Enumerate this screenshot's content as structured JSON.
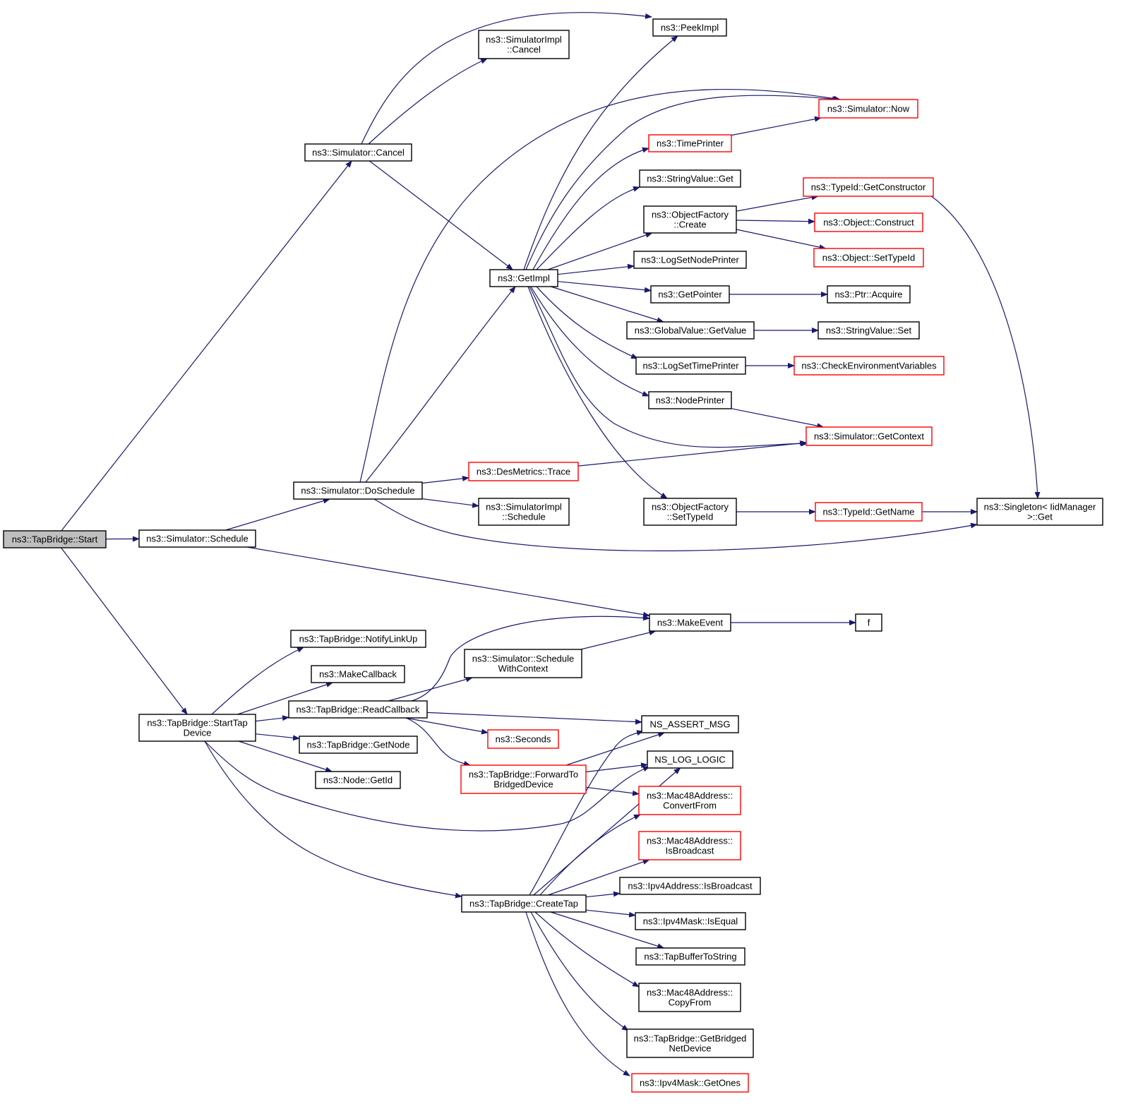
{
  "colors": {
    "edge": "#191970",
    "node_border": "#000000",
    "external_node_border": "#ff0000",
    "root_fill": "#bfbfbf",
    "background": "#ffffff"
  },
  "nodes": [
    {
      "id": "start",
      "lines": [
        "ns3::TapBridge::Start"
      ],
      "style": "root"
    },
    {
      "id": "cancel",
      "lines": [
        "ns3::Simulator::Cancel"
      ],
      "style": "normal"
    },
    {
      "id": "schedule",
      "lines": [
        "ns3::Simulator::Schedule"
      ],
      "style": "normal"
    },
    {
      "id": "starttap",
      "lines": [
        "ns3::TapBridge::StartTap",
        "Device"
      ],
      "style": "normal"
    },
    {
      "id": "peekimpl",
      "lines": [
        "ns3::PeekImpl"
      ],
      "style": "normal"
    },
    {
      "id": "simimplcancel",
      "lines": [
        "ns3::SimulatorImpl",
        "::Cancel"
      ],
      "style": "normal"
    },
    {
      "id": "getimpl",
      "lines": [
        "ns3::GetImpl"
      ],
      "style": "normal"
    },
    {
      "id": "doschedule",
      "lines": [
        "ns3::Simulator::DoSchedule"
      ],
      "style": "normal"
    },
    {
      "id": "now",
      "lines": [
        "ns3::Simulator::Now"
      ],
      "style": "external"
    },
    {
      "id": "timeprinter",
      "lines": [
        "ns3::TimePrinter"
      ],
      "style": "external"
    },
    {
      "id": "stringvalueget",
      "lines": [
        "ns3::StringValue::Get"
      ],
      "style": "normal"
    },
    {
      "id": "ofcreate",
      "lines": [
        "ns3::ObjectFactory",
        "::Create"
      ],
      "style": "normal"
    },
    {
      "id": "logsetnodeprinter",
      "lines": [
        "ns3::LogSetNodePrinter"
      ],
      "style": "normal"
    },
    {
      "id": "getpointer",
      "lines": [
        "ns3::GetPointer"
      ],
      "style": "normal"
    },
    {
      "id": "gvgetvalue",
      "lines": [
        "ns3::GlobalValue::GetValue"
      ],
      "style": "normal"
    },
    {
      "id": "logsettimeprinter",
      "lines": [
        "ns3::LogSetTimePrinter"
      ],
      "style": "normal"
    },
    {
      "id": "nodeprinter",
      "lines": [
        "ns3::NodePrinter"
      ],
      "style": "normal"
    },
    {
      "id": "ofsettypeid",
      "lines": [
        "ns3::ObjectFactory",
        "::SetTypeId"
      ],
      "style": "normal"
    },
    {
      "id": "getconstructor",
      "lines": [
        "ns3::TypeId::GetConstructor"
      ],
      "style": "external"
    },
    {
      "id": "objconstruct",
      "lines": [
        "ns3::Object::Construct"
      ],
      "style": "external"
    },
    {
      "id": "objsettypeid",
      "lines": [
        "ns3::Object::SetTypeId"
      ],
      "style": "external"
    },
    {
      "id": "ptracquire",
      "lines": [
        "ns3::Ptr::Acquire"
      ],
      "style": "normal"
    },
    {
      "id": "stringvalueset",
      "lines": [
        "ns3::StringValue::Set"
      ],
      "style": "normal"
    },
    {
      "id": "checkenv",
      "lines": [
        "ns3::CheckEnvironmentVariables"
      ],
      "style": "external"
    },
    {
      "id": "getcontext",
      "lines": [
        "ns3::Simulator::GetContext"
      ],
      "style": "external"
    },
    {
      "id": "desmetrics",
      "lines": [
        "ns3::DesMetrics::Trace"
      ],
      "style": "external"
    },
    {
      "id": "simimplschedule",
      "lines": [
        "ns3::SimulatorImpl",
        "::Schedule"
      ],
      "style": "normal"
    },
    {
      "id": "typeidgetname",
      "lines": [
        "ns3::TypeId::GetName"
      ],
      "style": "external"
    },
    {
      "id": "singleton",
      "lines": [
        "ns3::Singleton< IidManager",
        " >::Get"
      ],
      "style": "normal"
    },
    {
      "id": "makeevent",
      "lines": [
        "ns3::MakeEvent"
      ],
      "style": "normal"
    },
    {
      "id": "f",
      "lines": [
        "f"
      ],
      "style": "normal"
    },
    {
      "id": "notifylinkup",
      "lines": [
        "ns3::TapBridge::NotifyLinkUp"
      ],
      "style": "normal"
    },
    {
      "id": "makecallback",
      "lines": [
        "ns3::MakeCallback"
      ],
      "style": "normal"
    },
    {
      "id": "readcallback",
      "lines": [
        "ns3::TapBridge::ReadCallback"
      ],
      "style": "normal"
    },
    {
      "id": "getnode",
      "lines": [
        "ns3::TapBridge::GetNode"
      ],
      "style": "normal"
    },
    {
      "id": "nodegetid",
      "lines": [
        "ns3::Node::GetId"
      ],
      "style": "normal"
    },
    {
      "id": "schedwithctx",
      "lines": [
        "ns3::Simulator::Schedule",
        "WithContext"
      ],
      "style": "normal"
    },
    {
      "id": "nsassert",
      "lines": [
        "NS_ASSERT_MSG"
      ],
      "style": "normal"
    },
    {
      "id": "seconds",
      "lines": [
        "ns3::Seconds"
      ],
      "style": "external"
    },
    {
      "id": "forward",
      "lines": [
        "ns3::TapBridge::ForwardTo",
        "BridgedDevice"
      ],
      "style": "external"
    },
    {
      "id": "nslog",
      "lines": [
        "NS_LOG_LOGIC"
      ],
      "style": "normal"
    },
    {
      "id": "mac48convert",
      "lines": [
        "ns3::Mac48Address::",
        "ConvertFrom"
      ],
      "style": "external"
    },
    {
      "id": "mac48isbroadcast",
      "lines": [
        "ns3::Mac48Address::",
        "IsBroadcast"
      ],
      "style": "external"
    },
    {
      "id": "ipv4isbroadcast",
      "lines": [
        "ns3::Ipv4Address::IsBroadcast"
      ],
      "style": "normal"
    },
    {
      "id": "createtap",
      "lines": [
        "ns3::TapBridge::CreateTap"
      ],
      "style": "normal"
    },
    {
      "id": "ipv4maskisequal",
      "lines": [
        "ns3::Ipv4Mask::IsEqual"
      ],
      "style": "normal"
    },
    {
      "id": "tapbuffer",
      "lines": [
        "ns3::TapBufferToString"
      ],
      "style": "normal"
    },
    {
      "id": "mac48copyfrom",
      "lines": [
        "ns3::Mac48Address::",
        "CopyFrom"
      ],
      "style": "normal"
    },
    {
      "id": "getbridged",
      "lines": [
        "ns3::TapBridge::GetBridged",
        "NetDevice"
      ],
      "style": "normal"
    },
    {
      "id": "getones",
      "lines": [
        "ns3::Ipv4Mask::GetOnes"
      ],
      "style": "external"
    }
  ],
  "edges": [
    [
      "start",
      "cancel"
    ],
    [
      "start",
      "schedule"
    ],
    [
      "start",
      "starttap"
    ],
    [
      "cancel",
      "peekimpl"
    ],
    [
      "cancel",
      "simimplcancel"
    ],
    [
      "cancel",
      "getimpl"
    ],
    [
      "schedule",
      "doschedule"
    ],
    [
      "schedule",
      "makeevent"
    ],
    [
      "doschedule",
      "now"
    ],
    [
      "doschedule",
      "getimpl"
    ],
    [
      "doschedule",
      "desmetrics"
    ],
    [
      "doschedule",
      "simimplschedule"
    ],
    [
      "doschedule",
      "singleton"
    ],
    [
      "getimpl",
      "peekimpl"
    ],
    [
      "getimpl",
      "now"
    ],
    [
      "getimpl",
      "timeprinter"
    ],
    [
      "getimpl",
      "stringvalueget"
    ],
    [
      "getimpl",
      "ofcreate"
    ],
    [
      "getimpl",
      "logsetnodeprinter"
    ],
    [
      "getimpl",
      "getpointer"
    ],
    [
      "getimpl",
      "gvgetvalue"
    ],
    [
      "getimpl",
      "logsettimeprinter"
    ],
    [
      "getimpl",
      "nodeprinter"
    ],
    [
      "getimpl",
      "getcontext"
    ],
    [
      "getimpl",
      "ofsettypeid"
    ],
    [
      "timeprinter",
      "now"
    ],
    [
      "ofcreate",
      "getconstructor"
    ],
    [
      "ofcreate",
      "objconstruct"
    ],
    [
      "ofcreate",
      "objsettypeid"
    ],
    [
      "getpointer",
      "ptracquire"
    ],
    [
      "gvgetvalue",
      "stringvalueset"
    ],
    [
      "logsettimeprinter",
      "checkenv"
    ],
    [
      "nodeprinter",
      "getcontext"
    ],
    [
      "desmetrics",
      "getcontext"
    ],
    [
      "ofsettypeid",
      "typeidgetname"
    ],
    [
      "typeidgetname",
      "singleton"
    ],
    [
      "getconstructor",
      "singleton"
    ],
    [
      "makeevent",
      "f"
    ],
    [
      "starttap",
      "notifylinkup"
    ],
    [
      "starttap",
      "makecallback"
    ],
    [
      "starttap",
      "readcallback"
    ],
    [
      "starttap",
      "getnode"
    ],
    [
      "starttap",
      "nodegetid"
    ],
    [
      "starttap",
      "createtap"
    ],
    [
      "starttap",
      "nslog"
    ],
    [
      "readcallback",
      "makeevent"
    ],
    [
      "readcallback",
      "schedwithctx"
    ],
    [
      "readcallback",
      "nsassert"
    ],
    [
      "readcallback",
      "seconds"
    ],
    [
      "readcallback",
      "forward"
    ],
    [
      "schedwithctx",
      "makeevent"
    ],
    [
      "forward",
      "nsassert"
    ],
    [
      "forward",
      "nslog"
    ],
    [
      "forward",
      "mac48convert"
    ],
    [
      "createtap",
      "nsassert"
    ],
    [
      "createtap",
      "nslog"
    ],
    [
      "createtap",
      "mac48convert"
    ],
    [
      "createtap",
      "mac48isbroadcast"
    ],
    [
      "createtap",
      "ipv4isbroadcast"
    ],
    [
      "createtap",
      "ipv4maskisequal"
    ],
    [
      "createtap",
      "tapbuffer"
    ],
    [
      "createtap",
      "mac48copyfrom"
    ],
    [
      "createtap",
      "getbridged"
    ],
    [
      "createtap",
      "getones"
    ]
  ]
}
